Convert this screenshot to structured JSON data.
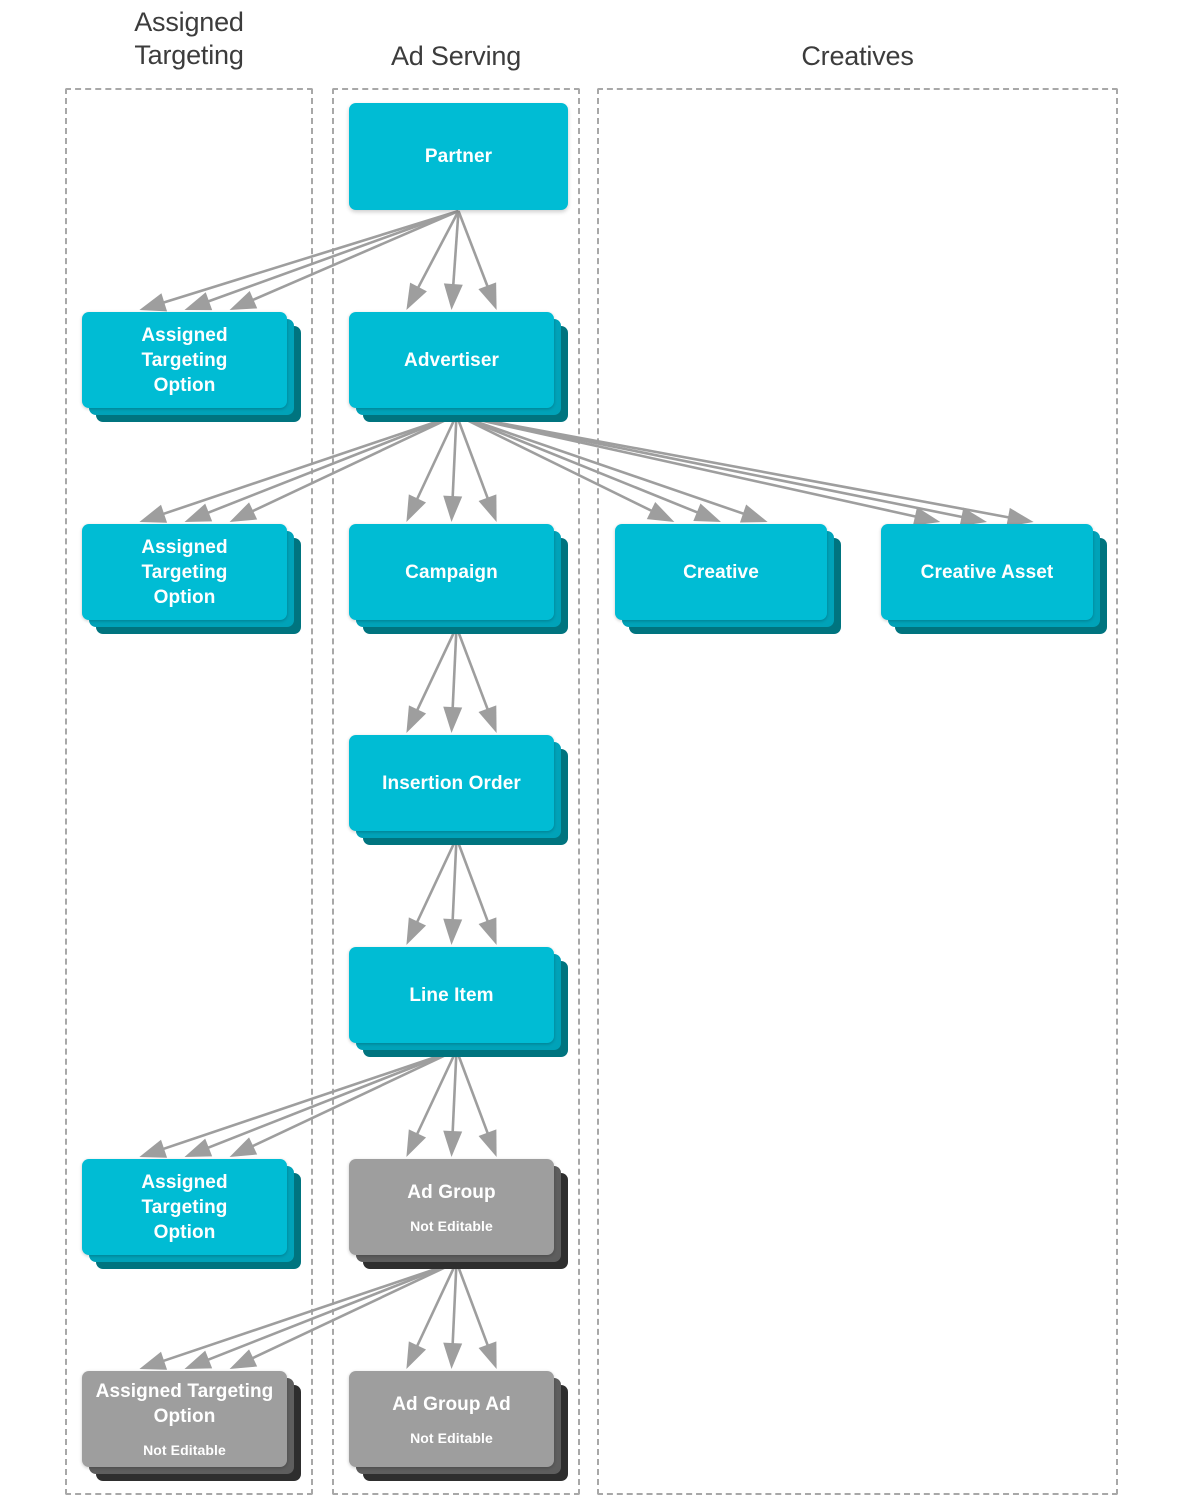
{
  "theme": {
    "cyan_front": "#00bcd4",
    "cyan_mid": "#00a2b8",
    "cyan_back": "#00747f",
    "gray_front": "#9e9e9e",
    "gray_mid": "#5e5e5e",
    "gray_back": "#2e2e2e",
    "arrow": "#9e9e9e",
    "lane_border": "#a8a8a8",
    "header_text": "#3c3c3c"
  },
  "columns": [
    {
      "id": "assigned-targeting",
      "label": "Assigned\nTargeting",
      "label_line1": "Assigned",
      "label_line2": "Targeting"
    },
    {
      "id": "ad-serving",
      "label": "Ad Serving"
    },
    {
      "id": "creatives",
      "label": "Creatives"
    }
  ],
  "nodes": [
    {
      "id": "partner",
      "label": "Partner",
      "note": "",
      "column": "ad-serving",
      "style": "cyan",
      "stacked": false
    },
    {
      "id": "ato-partner",
      "label": "Assigned Targeting Option",
      "note": "",
      "column": "assigned-targeting",
      "style": "cyan",
      "stacked": true
    },
    {
      "id": "advertiser",
      "label": "Advertiser",
      "note": "",
      "column": "ad-serving",
      "style": "cyan",
      "stacked": true
    },
    {
      "id": "ato-advertiser",
      "label": "Assigned Targeting Option",
      "note": "",
      "column": "assigned-targeting",
      "style": "cyan",
      "stacked": true
    },
    {
      "id": "campaign",
      "label": "Campaign",
      "note": "",
      "column": "ad-serving",
      "style": "cyan",
      "stacked": true
    },
    {
      "id": "creative",
      "label": "Creative",
      "note": "",
      "column": "creatives",
      "style": "cyan",
      "stacked": true
    },
    {
      "id": "creative-asset",
      "label": "Creative Asset",
      "note": "",
      "column": "creatives",
      "style": "cyan",
      "stacked": true
    },
    {
      "id": "insertion-order",
      "label": "Insertion Order",
      "note": "",
      "column": "ad-serving",
      "style": "cyan",
      "stacked": true
    },
    {
      "id": "line-item",
      "label": "Line Item",
      "note": "",
      "column": "ad-serving",
      "style": "cyan",
      "stacked": true
    },
    {
      "id": "ato-line-item",
      "label": "Assigned Targeting Option",
      "note": "",
      "column": "assigned-targeting",
      "style": "cyan",
      "stacked": true
    },
    {
      "id": "ad-group",
      "label": "Ad Group",
      "note": "Not Editable",
      "column": "ad-serving",
      "style": "gray",
      "stacked": true
    },
    {
      "id": "ato-ad-group",
      "label": "Assigned Targeting Option",
      "note": "Not Editable",
      "column": "assigned-targeting",
      "style": "gray",
      "stacked": true
    },
    {
      "id": "ad-group-ad",
      "label": "Ad Group Ad",
      "note": "Not Editable",
      "column": "ad-serving",
      "style": "gray",
      "stacked": true
    }
  ],
  "edges": [
    {
      "from": "partner",
      "to": "ato-partner"
    },
    {
      "from": "partner",
      "to": "advertiser"
    },
    {
      "from": "advertiser",
      "to": "ato-advertiser"
    },
    {
      "from": "advertiser",
      "to": "campaign"
    },
    {
      "from": "advertiser",
      "to": "creative"
    },
    {
      "from": "advertiser",
      "to": "creative-asset"
    },
    {
      "from": "campaign",
      "to": "insertion-order"
    },
    {
      "from": "insertion-order",
      "to": "line-item"
    },
    {
      "from": "line-item",
      "to": "ato-line-item"
    },
    {
      "from": "line-item",
      "to": "ad-group"
    },
    {
      "from": "ad-group",
      "to": "ato-ad-group"
    },
    {
      "from": "ad-group",
      "to": "ad-group-ad"
    }
  ]
}
